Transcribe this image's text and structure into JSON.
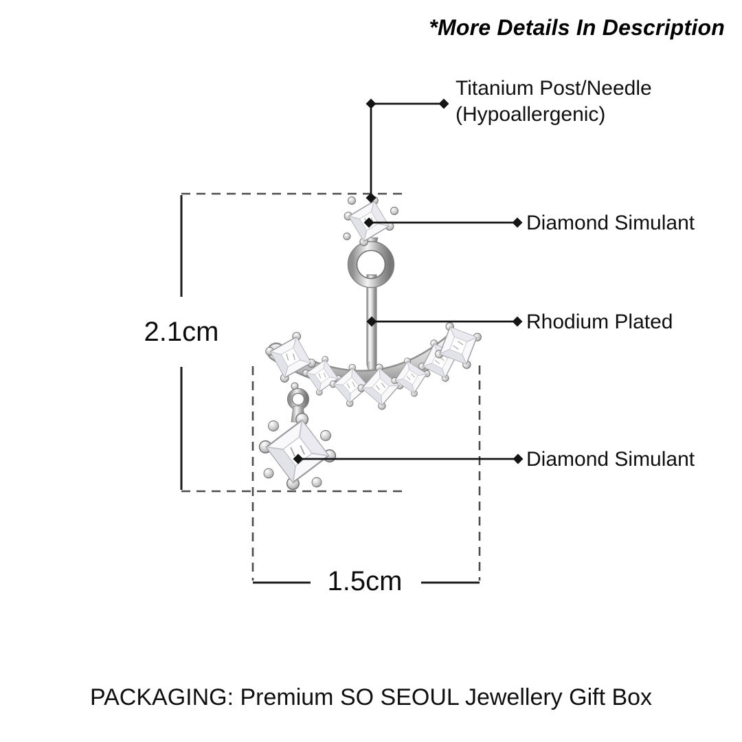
{
  "header": {
    "note": "*More Details In Description"
  },
  "annotations": {
    "titanium": "Titanium Post/Needle (Hypoallergenic)",
    "diamond_top": "Diamond Simulant",
    "rhodium": "Rhodium Plated",
    "diamond_bottom": "Diamond Simulant"
  },
  "dimensions": {
    "height": "2.1cm",
    "width": "1.5cm"
  },
  "footer": {
    "packaging": "PACKAGING: Premium SO SEOUL Jewellery Gift Box"
  },
  "product": {
    "illustration": "silver-crystal-ear-jacket-earring"
  },
  "colors": {
    "background": "#ffffff",
    "text": "#0d0d0d",
    "callout_line": "#141414",
    "dashed_guide": "#4a4a4a",
    "silver": "#c9c9c9"
  }
}
